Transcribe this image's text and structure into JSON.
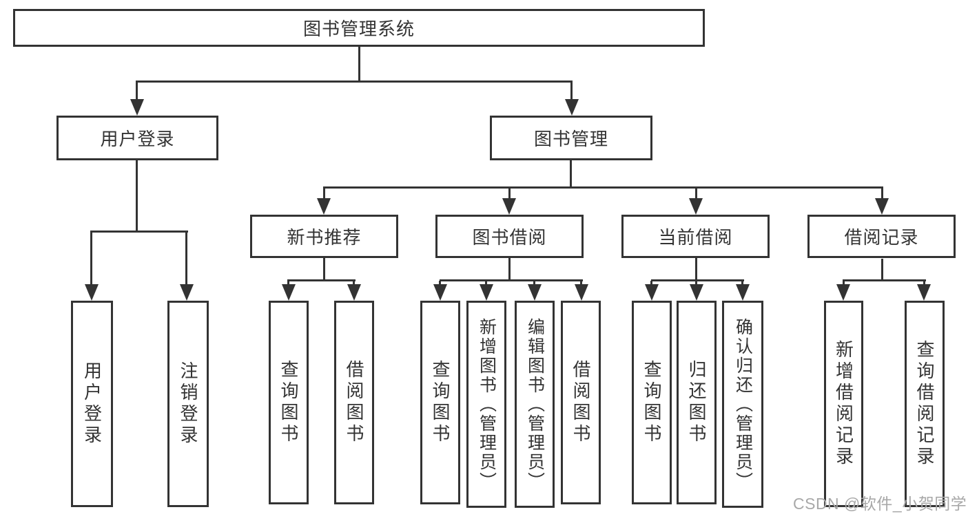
{
  "diagram": {
    "root": "图书管理系统",
    "branches": [
      {
        "label": "用户登录",
        "leaves": [
          "用户登录",
          "注销登录"
        ]
      },
      {
        "label": "图书管理",
        "children": [
          {
            "label": "新书推荐",
            "leaves": [
              "查询图书",
              "借阅图书"
            ]
          },
          {
            "label": "图书借阅",
            "leaves": [
              "查询图书",
              "新增图书（管理员）",
              "编辑图书（管理员）",
              "借阅图书"
            ]
          },
          {
            "label": "当前借阅",
            "leaves": [
              "查询图书",
              "归还图书",
              "确认归还（管理员）"
            ]
          },
          {
            "label": "借阅记录",
            "leaves": [
              "新增借阅记录",
              "查询借阅记录"
            ]
          }
        ]
      }
    ]
  },
  "watermark": "CSDN @软件_小贺同学",
  "colors": {
    "line": "#333333",
    "watermark": "#a8a8a8",
    "background": "#ffffff"
  }
}
